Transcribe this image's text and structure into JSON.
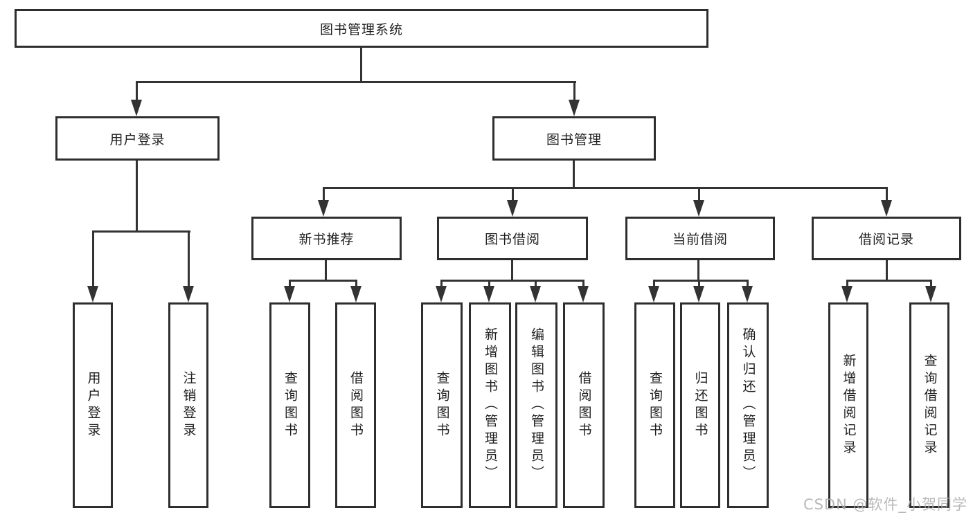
{
  "diagram_type": "hierarchy-tree",
  "tree": {
    "label": "图书管理系统",
    "children": [
      {
        "label": "用户登录",
        "children": [
          {
            "label": "用户登录"
          },
          {
            "label": "注销登录"
          }
        ]
      },
      {
        "label": "图书管理",
        "children": [
          {
            "label": "新书推荐",
            "children": [
              {
                "label": "查询图书"
              },
              {
                "label": "借阅图书"
              }
            ]
          },
          {
            "label": "图书借阅",
            "children": [
              {
                "label": "查询图书"
              },
              {
                "label": "新增图书（管理员）"
              },
              {
                "label": "编辑图书（管理员）"
              },
              {
                "label": "借阅图书"
              }
            ]
          },
          {
            "label": "当前借阅",
            "children": [
              {
                "label": "查询图书"
              },
              {
                "label": "归还图书"
              },
              {
                "label": "确认归还（管理员）"
              }
            ]
          },
          {
            "label": "借阅记录",
            "children": [
              {
                "label": "新增借阅记录"
              },
              {
                "label": "查询借阅记录"
              }
            ]
          }
        ]
      }
    ]
  },
  "watermark": "CSDN @软件_小贺同学",
  "colors": {
    "line": "#333333",
    "box_border": "#2e2e2e",
    "text": "#1f1f1f",
    "watermark": "#adadad",
    "background": "#ffffff"
  }
}
